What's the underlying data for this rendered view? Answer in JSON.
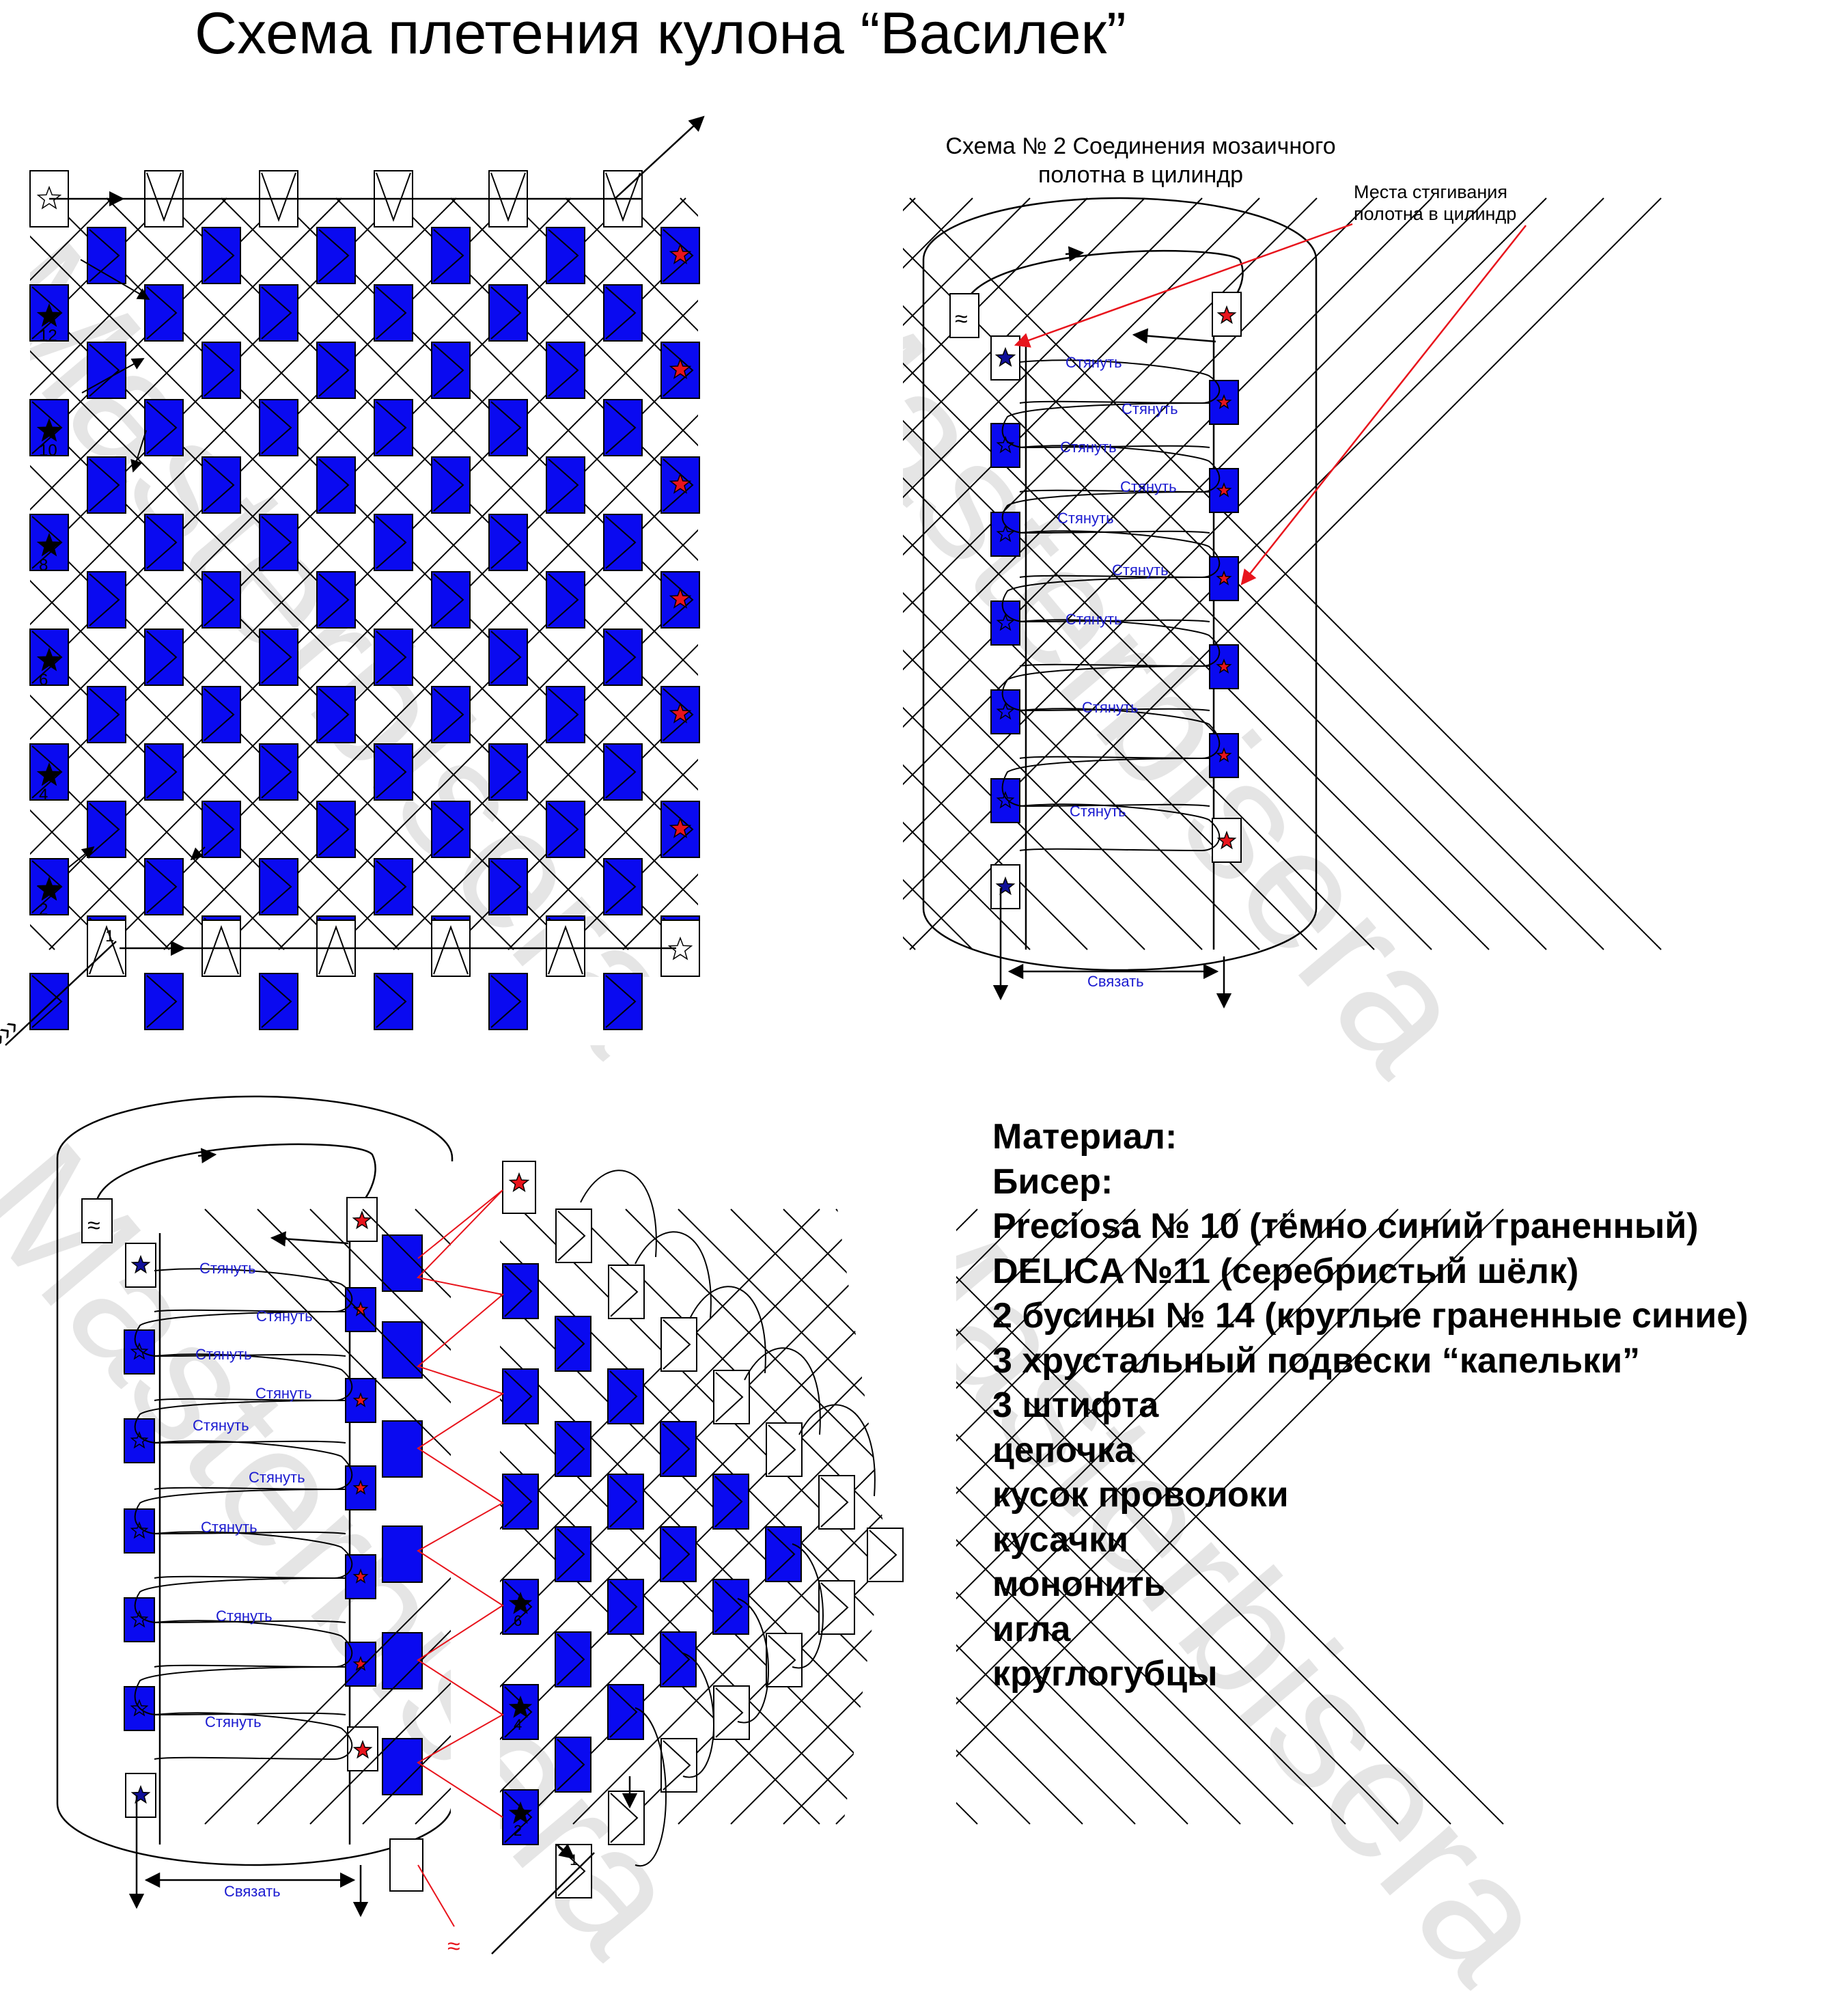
{
  "title": "Схема плетения кулона “Василек”",
  "scheme2": {
    "title_line1": "Схема № 2 Соединения мозаичного",
    "title_line2": "полотна в цилиндр",
    "annotation_line1": "Места стягивания",
    "annotation_line2": "полотна в цилиндр"
  },
  "labels": {
    "pull": "Стянуть",
    "tie": "Связать"
  },
  "scheme1": {
    "row_numbers": [
      "12",
      "10",
      "8",
      "6",
      "4",
      "2",
      "1"
    ]
  },
  "scheme3": {
    "row_numbers": [
      "6",
      "4",
      "2",
      "1"
    ]
  },
  "materials": {
    "heading": "Материал:",
    "items": [
      "Бисер:",
      "Preciosa № 10 (тёмно синий граненный)",
      "DELICA №11 (серебристый шёлк)",
      "2 бусины № 14 (круглые граненные синие)",
      "3 хрустальный подвески “капельки”",
      "3 штифта",
      "цепочка",
      "кусок проволоки",
      "кусачки",
      "мононить",
      "игла",
      "круглогубцы"
    ]
  },
  "watermark": "Masterbisera",
  "colors": {
    "bead_blue": "#0a0af0",
    "pull_text": "#1a1ad0",
    "red_line": "#e8141c",
    "star_red": "#e8141c",
    "star_blue": "#10109a",
    "watermark": "#c8c8c8"
  }
}
